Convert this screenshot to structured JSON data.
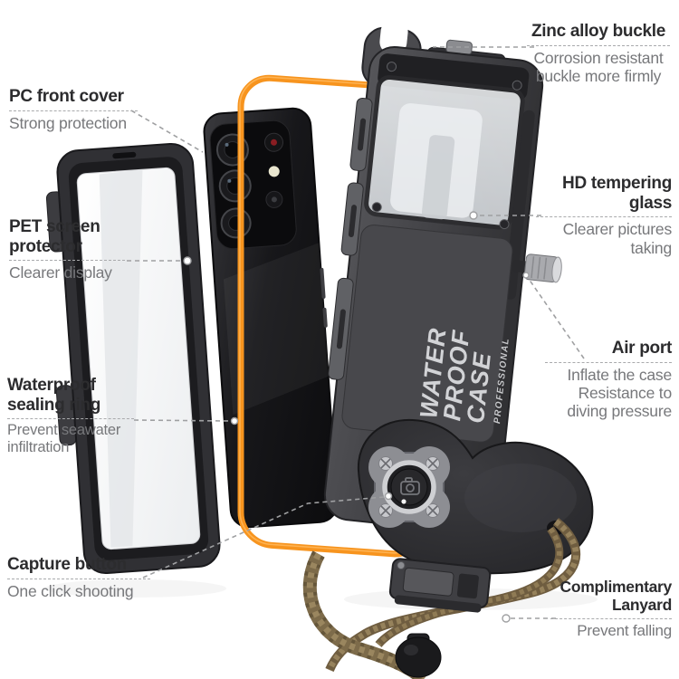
{
  "image_type": "product-callout-diagram",
  "subject": "waterproof diving phone case exploded view",
  "colors": {
    "background": "#ffffff",
    "accent_orange_seal_ring": "#f7941e",
    "case_gray": "#3f3f43",
    "phone_black": "#141416",
    "lanyard_tan": "#8a7656",
    "title_text": "#2c2c2e",
    "desc_text": "#77787b",
    "leader_dash": "#9fa0a2"
  },
  "product": {
    "branding_line1": "WATER",
    "branding_line2": "PROOF",
    "branding_line3": "CASE",
    "branding_sub": "PROFESSIONAL"
  },
  "annotations": {
    "pc_front_cover": {
      "title": "PC front cover",
      "desc": "Strong protection"
    },
    "pet_screen_protector": {
      "title": "PET screen protector",
      "desc": "Clearer display"
    },
    "waterproof_sealing_ring": {
      "title": "Waterproof sealing ring",
      "desc": "Prevent seawater infiltration"
    },
    "capture_button": {
      "title": "Capture button",
      "desc": "One click shooting"
    },
    "zinc_alloy_buckle": {
      "title": "Zinc alloy buckle",
      "desc": "Corrosion resistant buckle more firmly"
    },
    "hd_tempering_glass": {
      "title": "HD tempering glass",
      "desc": "Clearer pictures taking"
    },
    "air_port": {
      "title": "Air port",
      "desc": "Inflate the case Resistance to diving pressure"
    },
    "complimentary_lanyard": {
      "title": "Complimentary Lanyard",
      "desc": "Prevent falling"
    }
  }
}
